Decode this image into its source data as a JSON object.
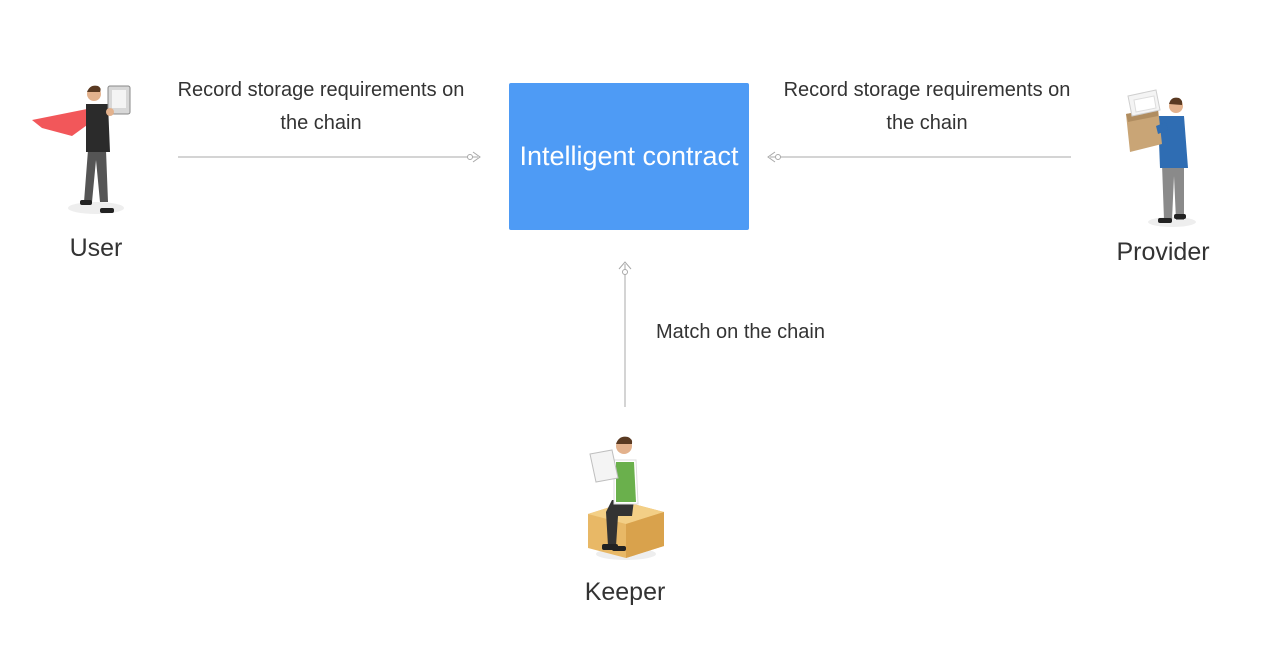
{
  "contract": {
    "label": "Intelligent contract",
    "color": "#4e9bf5"
  },
  "edges": {
    "user_to_contract": "Record storage requirements on the chain",
    "provider_to_contract": "Record storage requirements on the chain",
    "keeper_to_contract": "Match on the chain"
  },
  "actors": {
    "user": {
      "label": "User",
      "icon": "superhero-with-laptop-icon"
    },
    "provider": {
      "label": "Provider",
      "icon": "person-carrying-box-icon"
    },
    "keeper": {
      "label": "Keeper",
      "icon": "person-sitting-on-box-reading-icon"
    }
  },
  "colors": {
    "line": "#9a9a9a",
    "cape": "#f2575a",
    "provider_shirt": "#2f6db3",
    "keeper_vest": "#6ab04c",
    "box": "#e8b866"
  }
}
